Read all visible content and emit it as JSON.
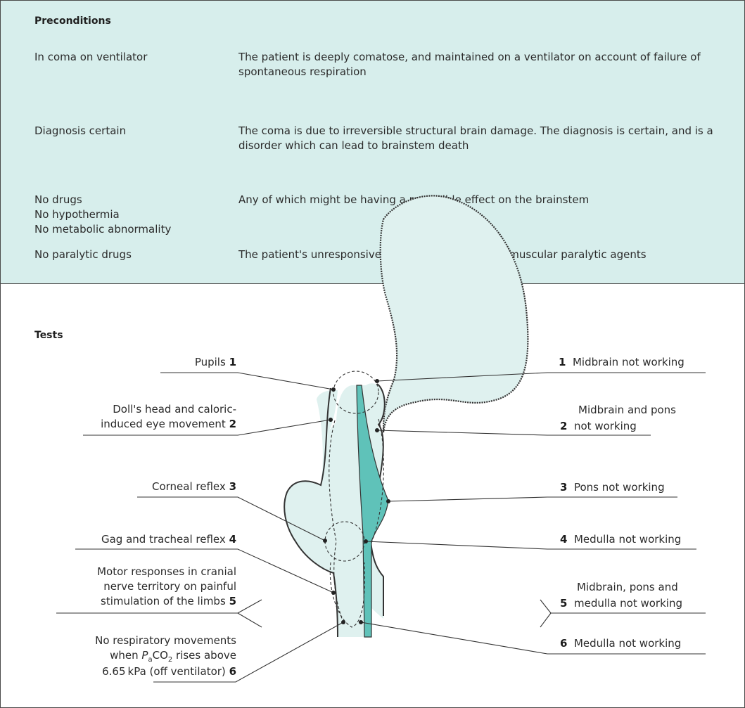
{
  "preconditions": {
    "title": "Preconditions",
    "rows": [
      {
        "condition": "In coma on ventilator",
        "description": "The patient is deeply comatose, and maintained on a ventilator on account of failure of spontaneous respiration"
      },
      {
        "condition": "Diagnosis certain",
        "description": "The coma is due to irreversible structural brain damage. The diagnosis is certain, and is a disorder which can lead to brainstem death"
      },
      {
        "condition": "No drugs\nNo hypothermia\nNo metabolic abnormality",
        "description": "Any of which might be having a reversible effect on the brainstem"
      },
      {
        "condition": "No paralytic drugs",
        "description": "The patient's unresponsiveness is not due to neuromuscular paralytic agents"
      }
    ]
  },
  "tests": {
    "title": "Tests",
    "left": [
      {
        "text": "Pupils",
        "num": "1"
      },
      {
        "line1": "Doll's head and caloric-",
        "line2": "induced eye movement",
        "num": "2"
      },
      {
        "text": "Corneal reflex",
        "num": "3"
      },
      {
        "text": "Gag and tracheal reflex",
        "num": "4"
      },
      {
        "line1": "Motor responses in cranial",
        "line2": "nerve territory on painful",
        "line3": "stimulation of the limbs",
        "num": "5"
      },
      {
        "line1": "No respiratory movements",
        "line2a": "when ",
        "line2var": "P",
        "line2sub": "a",
        "line2b": "CO",
        "line2sub2": "2",
        "line2c": " rises above",
        "line3": "6.65 kPa (off ventilator)",
        "num": "6"
      }
    ],
    "right": [
      {
        "num": "1",
        "text": "Midbrain not working"
      },
      {
        "line1": "Midbrain and pons",
        "num": "2",
        "line2": "not working"
      },
      {
        "num": "3",
        "text": "Pons not working"
      },
      {
        "num": "4",
        "text": "Medulla not working"
      },
      {
        "line1": "Midbrain, pons and",
        "num": "5",
        "line2": "medulla not working"
      },
      {
        "num": "6",
        "text": "Medulla not working"
      }
    ]
  },
  "colors": {
    "panel_bg": "#d7eeec",
    "brainstem_fill": "#dff1ef",
    "tract_fill": "#5fc2b9",
    "border": "#4a4a4a"
  }
}
